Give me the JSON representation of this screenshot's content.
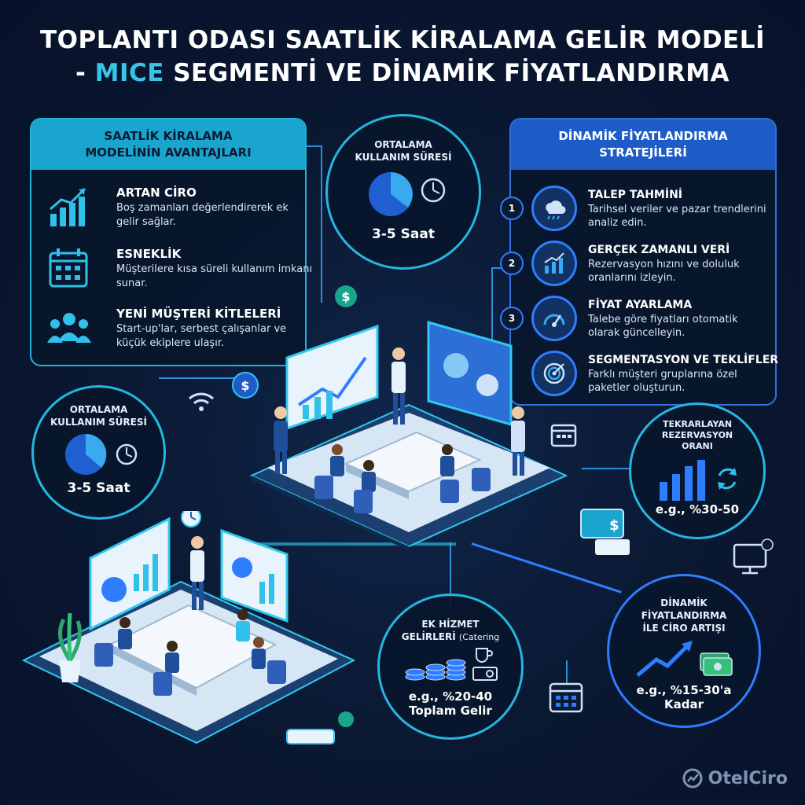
{
  "title": {
    "line1": "TOPLANTI ODASI SAATLİK KİRALAMA GELİR MODELİ",
    "line2_prefix": "- ",
    "line2_accent": "MICE",
    "line2_rest": " SEGMENTİ VE DİNAMİK FİYATLANDIRMA"
  },
  "advantages": {
    "heading_line1": "SAATLİK KİRALAMA",
    "heading_line2": "MODELİNİN AVANTAJLARI",
    "items": [
      {
        "icon": "growth-chart-icon",
        "title": "ARTAN CİRO",
        "desc": "Boş zamanları değerlendirerek ek gelir sağlar."
      },
      {
        "icon": "calendar-icon",
        "title": "ESNEKLİK",
        "desc": "Müşterilere kısa süreli kullanım imkanı sunar."
      },
      {
        "icon": "people-icon",
        "title": "YENİ MÜŞTERİ KİTLELERİ",
        "desc": "Start-up'lar, serbest çalışanlar ve küçük ekiplere ulaşır."
      }
    ]
  },
  "usage_top": {
    "title_line1": "ORTALAMA",
    "title_line2": "KULLANIM SÜRESİ",
    "value": "3-5 Saat"
  },
  "usage_left": {
    "title_line1": "ORTALAMA",
    "title_line2": "KULLANIM SÜRESİ",
    "value": "3-5 Saat"
  },
  "strategies": {
    "heading_line1": "DİNAMİK FİYATLANDIRMA",
    "heading_line2": "STRATEJİLERİ",
    "items": [
      {
        "num": "1",
        "icon": "weather-forecast-icon",
        "title": "TALEP TAHMİNİ",
        "desc": "Tarihsel veriler ve pazar trendlerini analiz edin."
      },
      {
        "num": "2",
        "icon": "realtime-chart-icon",
        "title": "GERÇEK ZAMANLI VERİ",
        "desc": "Rezervasyon hızını ve doluluk oranlarını izleyin."
      },
      {
        "num": "3",
        "icon": "gauge-icon",
        "title": "FİYAT AYARLAMA",
        "desc": "Talebe göre fiyatları otomatik olarak güncelleyin."
      },
      {
        "num": "",
        "icon": "target-icon",
        "title": "SEGMENTASYON VE TEKLİFLER",
        "desc": "Farklı müşteri gruplarına özel paketler oluşturun."
      }
    ]
  },
  "repeat": {
    "title_line1": "TEKRARLAYAN",
    "title_line2": "REZERVASYON",
    "title_line3": "ORANI",
    "value": "e.g., %30-50"
  },
  "dynamic_growth": {
    "title_line1": "DİNAMİK",
    "title_line2": "FİYATLANDIRMA",
    "title_line3": "İLE CİRO ARTIŞI",
    "value_line1": "e.g., %15-30'a",
    "value_line2": "Kadar"
  },
  "extra": {
    "title_line1": "EK HİZMET",
    "title_line2": "GELİRLERİ",
    "title_note": "(Catering",
    "value_line1": "e.g., %20-40",
    "value_line2": "Toplam Gelir"
  },
  "logo": {
    "text": "OtelCiro"
  },
  "colors": {
    "accent": "#39c3e6",
    "panel_blue": "#1d5cc7",
    "teal": "#1aa5cf",
    "background": "#0b1a33"
  }
}
